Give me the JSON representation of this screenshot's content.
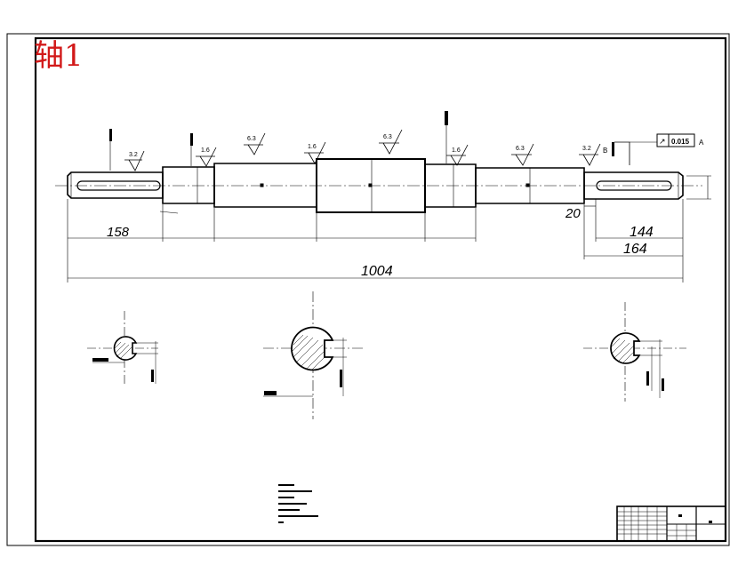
{
  "title": "轴1",
  "colors": {
    "title": "#d21919",
    "line": "#000000",
    "paper": "#ffffff"
  },
  "dimensions": {
    "left_keyway_length": "158",
    "total_length": "1004",
    "right_keyway_length": "144",
    "right_end_length": "164",
    "shoulder_width": "20"
  },
  "roughness": {
    "r1": "3.2",
    "r2": "1.6",
    "r3": "6.3",
    "r4": "1.6",
    "r5": "6.3",
    "r6": "1.6",
    "r7": "6.3",
    "r8": "3.2"
  },
  "datum": {
    "b": "B",
    "a": "A"
  },
  "tolerance": {
    "symbol": "↗",
    "value": "0.015"
  }
}
